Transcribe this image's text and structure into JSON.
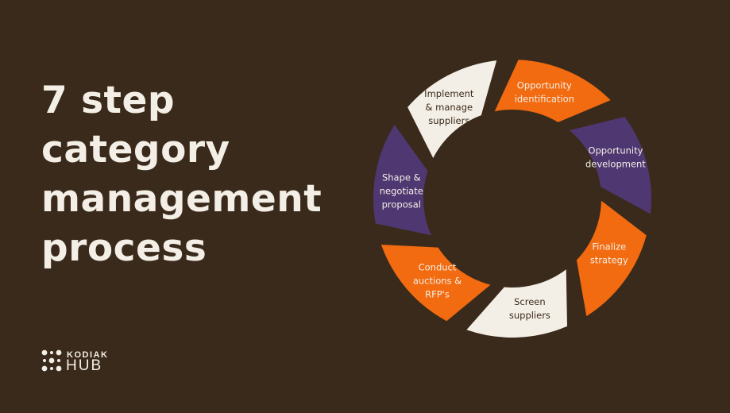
{
  "title": {
    "lines": [
      "7 step",
      "category",
      "management",
      "process"
    ]
  },
  "cycle": {
    "colors": {
      "orange": "#f26b10",
      "purple": "#4f3771",
      "cream": "#f4efe6",
      "label_light": "#f4efe6",
      "label_dark": "#3a2a1b"
    },
    "steps": [
      {
        "lines": [
          "Opportunity",
          "identification"
        ],
        "color": "orange"
      },
      {
        "lines": [
          "Opportunity",
          "development"
        ],
        "color": "purple"
      },
      {
        "lines": [
          "Finalize",
          "strategy"
        ],
        "color": "orange"
      },
      {
        "lines": [
          "Screen",
          "suppliers"
        ],
        "color": "cream"
      },
      {
        "lines": [
          "Conduct",
          "auctions &",
          "RFP's"
        ],
        "color": "orange"
      },
      {
        "lines": [
          "Shape &",
          "negotiate",
          "proposal"
        ],
        "color": "purple"
      },
      {
        "lines": [
          "Implement",
          "& manage",
          "suppliers"
        ],
        "color": "cream"
      }
    ]
  },
  "brand": {
    "top": "KODIAK",
    "bottom": "HUB"
  }
}
